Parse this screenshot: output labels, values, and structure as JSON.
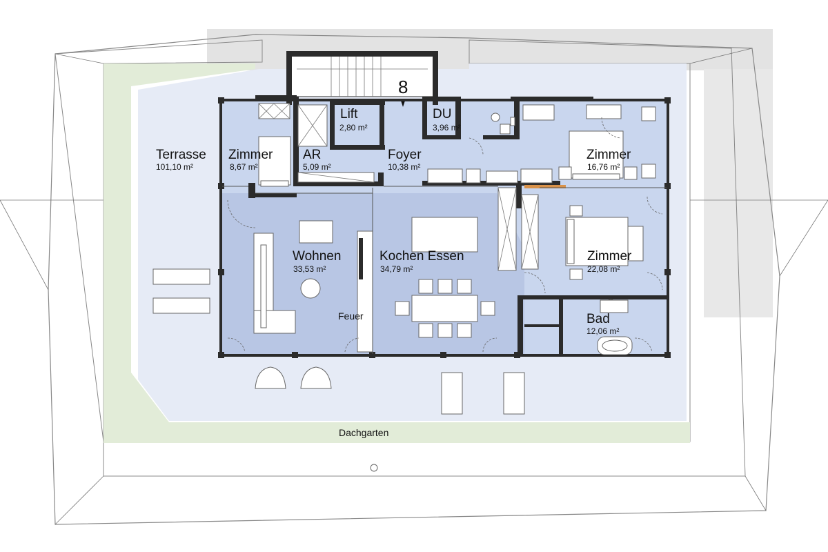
{
  "plan": {
    "stair_number": "8",
    "garden_label": "Dachgarten",
    "fireplace_label": "Feuer",
    "rooms": [
      {
        "id": "terrasse",
        "name": "Terrasse",
        "area": "101,10 m²"
      },
      {
        "id": "zimmer-1",
        "name": "Zimmer",
        "area": "8,67 m²"
      },
      {
        "id": "ar",
        "name": "AR",
        "area": "5,09 m²"
      },
      {
        "id": "lift",
        "name": "Lift",
        "area": "2,80 m²"
      },
      {
        "id": "du",
        "name": "DU",
        "area": "3,96 m²"
      },
      {
        "id": "foyer",
        "name": "Foyer",
        "area": "10,38 m²"
      },
      {
        "id": "zimmer-2",
        "name": "Zimmer",
        "area": "16,76 m²"
      },
      {
        "id": "wohnen",
        "name": "Wohnen",
        "area": "33,53 m²"
      },
      {
        "id": "kochen-essen",
        "name": "Kochen Essen",
        "area": "34,79 m²"
      },
      {
        "id": "zimmer-3",
        "name": "Zimmer",
        "area": "22,08 m²"
      },
      {
        "id": "bad",
        "name": "Bad",
        "area": "12,06 m²"
      }
    ]
  },
  "colors": {
    "interior": "#c9d6ee",
    "terrace": "#e6ebf6",
    "garden": "#e2ecd8",
    "wall": "#2b2b2b",
    "shadow": "#b8c6e4"
  }
}
